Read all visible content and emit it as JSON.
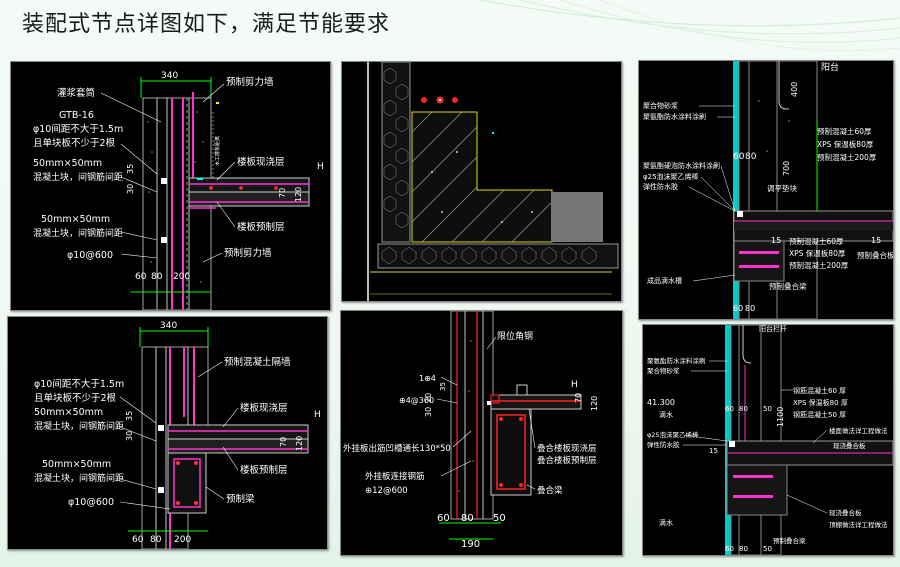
{
  "title": "装配式节点详图如下，满足节能要求",
  "panel1": {
    "dim_top": "340",
    "label_prefab_wall": "预制剪力墙",
    "label_grout": "灌浆套筒",
    "label_gtb": "GTB-16",
    "label_rebar1": "φ10间距不大于1.5m",
    "label_rebar2": "且单块板不少于2根",
    "label_block1": "50mm×50mm",
    "label_block2": "混凝土块，间钢筋间距",
    "label_block3": "50mm×50mm",
    "label_block4": "混凝土块，间钢筋间距",
    "label_phi": "φ10@600",
    "label_slab_cast": "楼板现浇层",
    "label_slab_pre": "楼板预制层",
    "label_prefab_wall2": "预制剪力墙",
    "label_H": "H",
    "label_side": "木工撑条距离",
    "dim_35": "35",
    "dim_30": "30",
    "dim_70": "70",
    "dim_120": "120",
    "dim_60": "60",
    "dim_80": "80",
    "dim_200": "200"
  },
  "panel2": {},
  "panel3": {
    "label_top": "阳台",
    "dim_400": "400",
    "label_a": "聚合物砂浆",
    "label_b": "聚氨酯防水涂料涂刷",
    "label_c": "预制混凝土60厚",
    "label_d": "XPS 保温板80厚",
    "label_e": "预制混凝土200厚",
    "label_f": "聚氨酯硬泡防水涂料涂刷",
    "label_g": "φ25泡沫聚乙烯棒",
    "label_h": "弹性防水胶",
    "label_i": "调平垫块",
    "label_j": "预制混凝土60厚",
    "label_k": "XPS 保温板80厚",
    "label_l": "预制混凝土200厚",
    "label_m": "预制叠合板",
    "label_n": "成品滴水槽",
    "label_o": "预制叠合梁",
    "dim_60": "60",
    "dim_80": "80",
    "dim_15": "15",
    "dim_700": "700",
    "dim_15b": "15"
  },
  "panel4": {
    "dim_top": "340",
    "label_a": "预制混凝土隔墙",
    "label_b": "φ10间距不大于1.5m",
    "label_c": "且单块板不少于2根",
    "label_d": "50mm×50mm",
    "label_e": "混凝土块，间钢筋间距",
    "label_f": "楼板现浇层",
    "label_g": "楼板预制层",
    "label_h": "50mm×50mm",
    "label_i": "混凝土块，间钢筋间距",
    "label_j": "φ10@600",
    "label_k": "预制梁",
    "dim_35": "35",
    "dim_30": "30",
    "dim_60": "60",
    "dim_80": "80",
    "dim_200": "200",
    "dim_70": "70",
    "dim_120": "120",
    "label_H": "H"
  },
  "panel5": {
    "label_a": "限位角钢",
    "label_b": "1⊕4",
    "label_c": "⊕4@300",
    "label_d": "外挂板出筋凹槽通长130*50",
    "label_e": "外挂板连接钢筋",
    "label_f": "⊕12@600",
    "label_g": "叠合楼板现浇层",
    "label_h": "叠合楼板预制层",
    "label_i": "叠合梁",
    "dim_35": "35",
    "dim_30": "30",
    "dim_20": "20",
    "dim_70": "70",
    "dim_120": "120",
    "dim_H": "H",
    "dim_60": "60",
    "dim_80": "80",
    "dim_50": "50",
    "dim_190": "190"
  },
  "panel6": {
    "label_top": "阳台栏杆",
    "label_a": "聚氨酯防水涂料涂刷",
    "label_b": "聚合物砂浆",
    "label_c": "41.300",
    "label_d": "滴水",
    "label_e": "φ25泡沫聚乙烯棒",
    "label_f": "弹性防水胶",
    "label_g": "钢筋混凝土60 厚",
    "label_h": "XPS 保温板80 厚",
    "label_i": "钢筋混凝土50 厚",
    "label_j": "楼面做法详工程做法",
    "label_k": "现浇叠合板",
    "label_l": "现浇叠合板",
    "label_m": "顶棚做法详工程做法",
    "label_n": "滴水",
    "label_o": "预制叠合梁",
    "dim_1100": "1100",
    "dim_60": "60",
    "dim_80": "80",
    "dim_50": "50",
    "dim_15": "15",
    "dim_60b": "60",
    "dim_80b": "80",
    "dim_50b": "50"
  }
}
